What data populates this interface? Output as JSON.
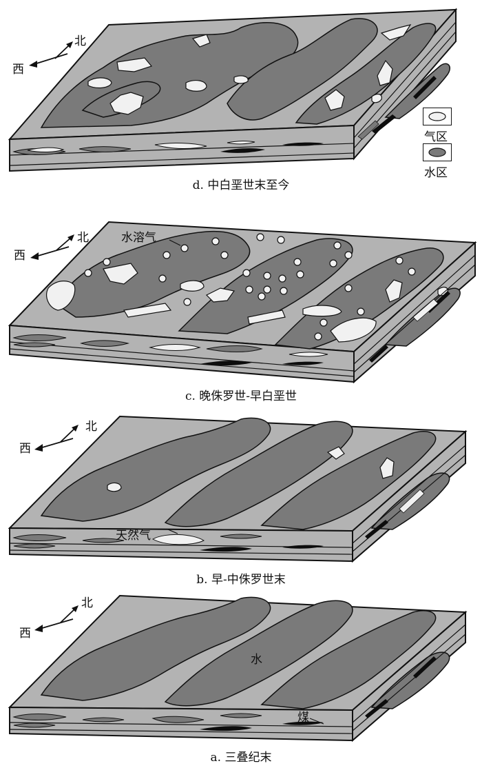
{
  "colors": {
    "rock": "#b3b3b3",
    "water": "#7a7a7a",
    "gas": "#f1f1f1",
    "coal": "#0d0d0d",
    "outline": "#111111"
  },
  "compass": {
    "north": "北",
    "west": "西"
  },
  "legend": {
    "gas": "气区",
    "water": "水区"
  },
  "panels": [
    {
      "id": "d",
      "caption": "d. 中白垩世末至今"
    },
    {
      "id": "c",
      "caption": "c. 晚侏罗世-早白垩世",
      "annotation": "水溶气"
    },
    {
      "id": "b",
      "caption": "b. 早-中侏罗世末",
      "annotation": "天然气"
    },
    {
      "id": "a",
      "caption": "a. 三叠纪末",
      "annotation_water": "水",
      "annotation_coal": "煤"
    }
  ]
}
